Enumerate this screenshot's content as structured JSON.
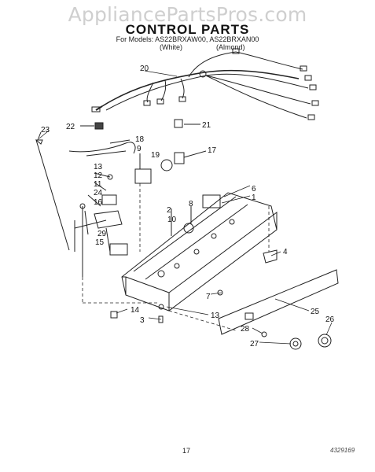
{
  "watermark": "AppliancePartsPros.com",
  "title": "CONTROL PARTS",
  "models_line": "For Models: AS22BRXAW00, AS22BRXAN00",
  "color_white": "(White)",
  "color_almond": "(Almond)",
  "page_number": "17",
  "doc_id": "4329169",
  "callouts": {
    "c20": "20",
    "c22": "22",
    "c21": "21",
    "c23": "23",
    "c18": "18",
    "c9": "9",
    "c19": "19",
    "c17": "17",
    "c13a": "13",
    "c12": "12",
    "c11": "11",
    "c24": "24",
    "c16": "16",
    "c29": "29",
    "c15": "15",
    "c2": "2",
    "c10": "10",
    "c8": "8",
    "c6": "6",
    "c1": "1",
    "c4": "4",
    "c7": "7",
    "c13b": "13",
    "c14": "14",
    "c3": "3",
    "c25": "25",
    "c26": "26",
    "c28": "28",
    "c27": "27"
  }
}
